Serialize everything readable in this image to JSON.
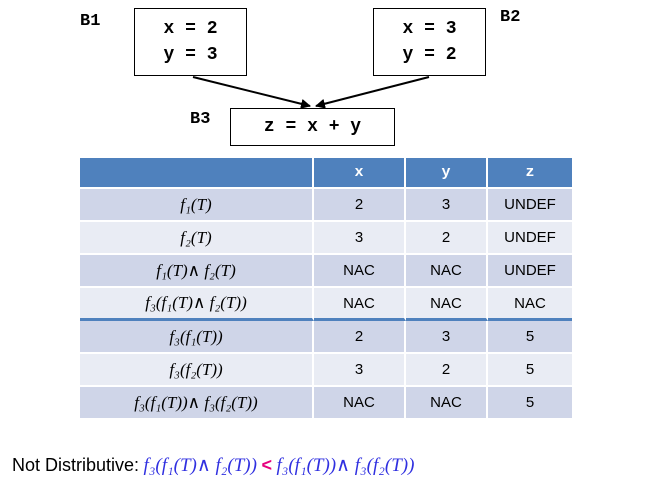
{
  "blocks": {
    "b1": {
      "label": "B1",
      "line1": "x = 2",
      "line2": "y = 3"
    },
    "b2": {
      "label": "B2",
      "line1": "x = 3",
      "line2": "y = 2"
    },
    "b3": {
      "label": "B3",
      "line1": "z = x + y"
    }
  },
  "table": {
    "headers": [
      "",
      "x",
      "y",
      "z"
    ],
    "rows": [
      {
        "fn": "f₁(T)",
        "x": "2",
        "y": "3",
        "z": "UNDEF"
      },
      {
        "fn": "f₂(T)",
        "x": "3",
        "y": "2",
        "z": "UNDEF"
      },
      {
        "fn": "f₁(T)∧ f₂(T)",
        "x": "NAC",
        "y": "NAC",
        "z": "UNDEF"
      },
      {
        "fn": "f₃(f₁(T)∧ f₂(T))",
        "x": "NAC",
        "y": "NAC",
        "z": "NAC"
      },
      {
        "fn": "f₃(f₁(T))",
        "x": "2",
        "y": "3",
        "z": "5"
      },
      {
        "fn": "f₃(f₂(T))",
        "x": "3",
        "y": "2",
        "z": "5"
      },
      {
        "fn": "f₃(f₁(T))∧ f₃(f₂(T))",
        "x": "NAC",
        "y": "NAC",
        "z": "5"
      }
    ]
  },
  "bottom": {
    "label": "Not Distributive:",
    "lhs": "f₃(f₁(T)∧ f₂(T))",
    "op": "<",
    "rhs": "f₃(f₁(T))∧ f₃(f₂(T))"
  },
  "colors": {
    "header": "#4f81bd",
    "row_odd": "#cfd5e8",
    "row_even": "#e9ecf4",
    "formula": "#3030e0",
    "operator": "#e6007e"
  }
}
